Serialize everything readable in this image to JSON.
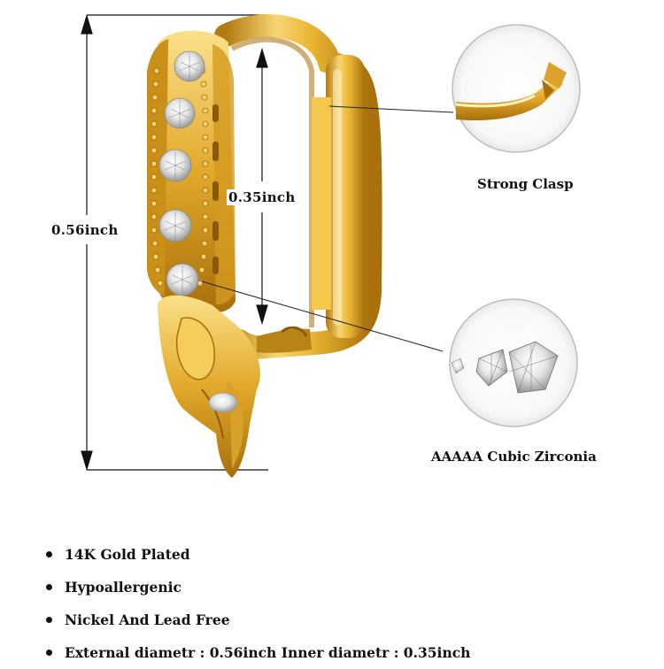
{
  "dimensions": {
    "outer_label": "0.56inch",
    "inner_label": "0.35inch"
  },
  "callouts": {
    "clasp_label": "Strong Clasp",
    "stone_label": "AAAAA Cubic Zirconia"
  },
  "features": [
    "14K Gold Plated",
    "Hypoallergenic",
    "Nickel And Lead Free",
    "External diametr : 0.56inch Inner diametr : 0.35inch"
  ],
  "colors": {
    "gold_light": "#fbe08a",
    "gold": "#e9b531",
    "gold_dark": "#b37a10",
    "text": "#111111"
  }
}
